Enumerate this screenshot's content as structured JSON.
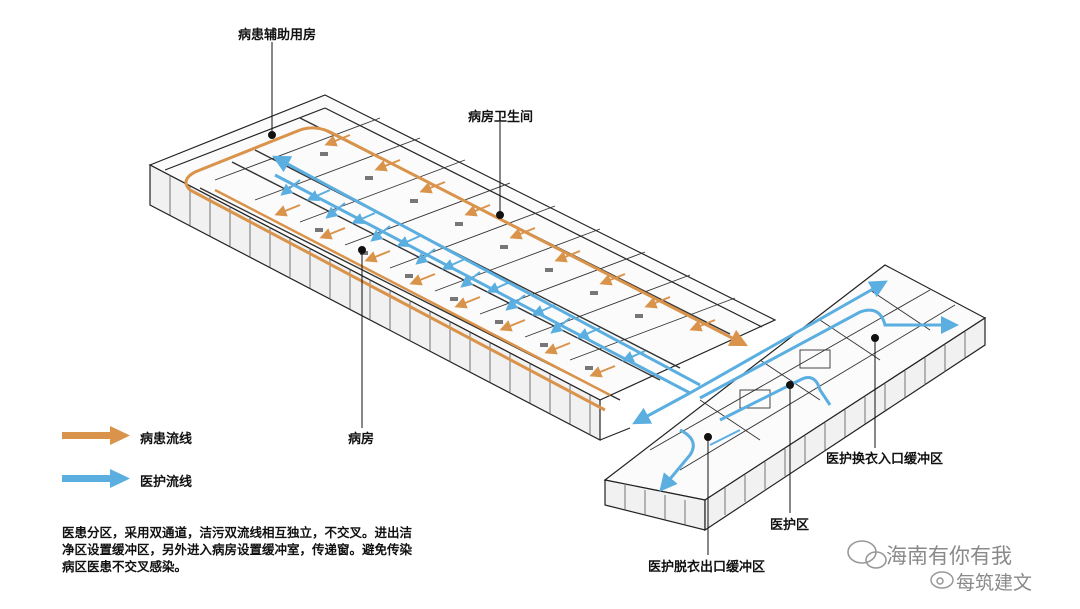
{
  "labels": {
    "aux_rooms": "病患辅助用房",
    "ward_bathroom": "病房卫生间",
    "ward": "病房",
    "staff_entry_buffer": "医护换衣入口缓冲区",
    "staff_area": "医护区",
    "staff_exit_buffer": "医护脱衣出口缓冲区"
  },
  "legend": [
    {
      "label": "病患流线",
      "color": "#d9934a"
    },
    {
      "label": "医护流线",
      "color": "#5aaee0"
    }
  ],
  "note": "医患分区，采用双通道，洁污双流线相互独立，不交叉。进出洁净区设置缓冲区，另外进入病房设置缓冲室，传递窗。避免传染病区医患不交叉感染。",
  "watermark": {
    "line1": "海南有你有我",
    "line2": "每筑建文"
  },
  "colors": {
    "patient_flow": "#d9934a",
    "staff_flow": "#5aaee0",
    "walls": "#222222"
  },
  "icons": [
    "chat-bubble-icon",
    "weibo-icon"
  ]
}
